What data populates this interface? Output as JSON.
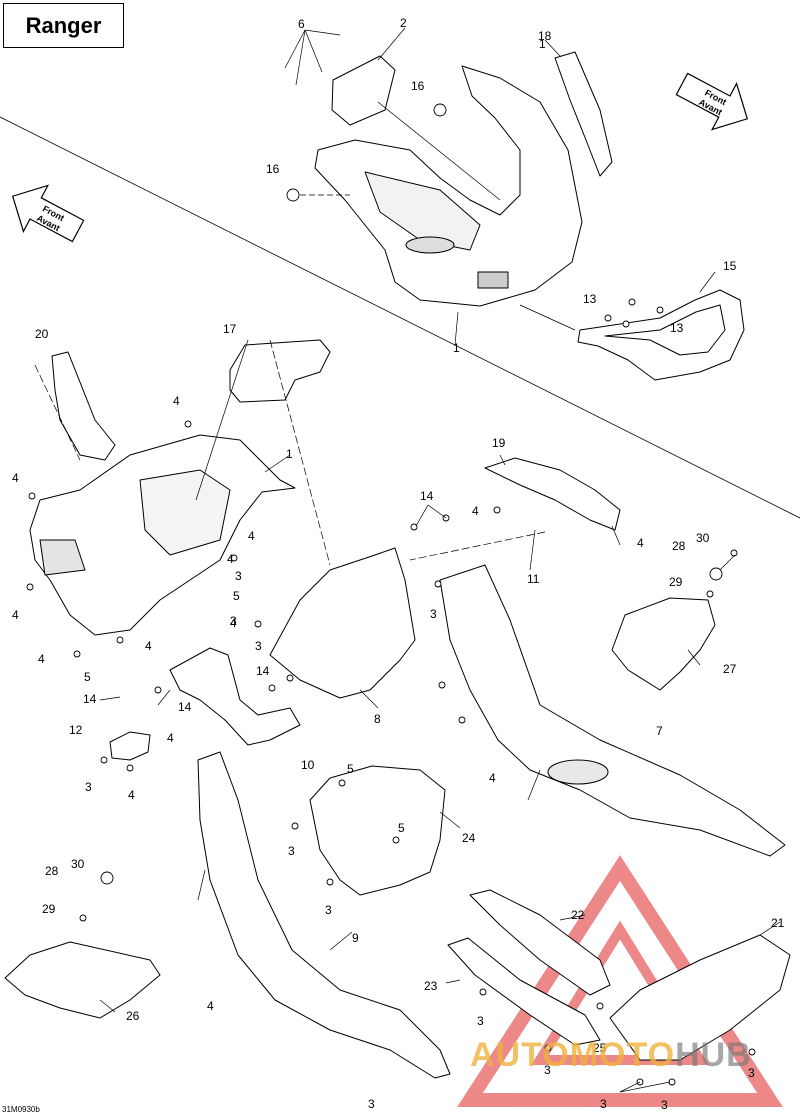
{
  "title": "Ranger",
  "reference_code": "31M0930b",
  "arrows": [
    {
      "line1": "Front",
      "line2": "Avant"
    },
    {
      "line1": "Front",
      "line2": "Avant"
    }
  ],
  "callouts": [
    "1",
    "2",
    "6",
    "16",
    "16",
    "18",
    "15",
    "13",
    "13",
    "1",
    "17",
    "20",
    "4",
    "1",
    "4",
    "4",
    "4",
    "3",
    "5",
    "4",
    "5",
    "3",
    "4",
    "3",
    "4",
    "14",
    "19",
    "4",
    "4",
    "28",
    "30",
    "29",
    "27",
    "11",
    "14",
    "3",
    "8",
    "4",
    "14",
    "14",
    "12",
    "4",
    "3",
    "4",
    "10",
    "5",
    "3",
    "7",
    "4",
    "5",
    "24",
    "3",
    "28",
    "30",
    "29",
    "26",
    "9",
    "4",
    "22",
    "21",
    "23",
    "3",
    "3",
    "25",
    "3",
    "3",
    "3",
    "3"
  ],
  "watermark": {
    "part1": "AUTOMOTO",
    "part2": "HUB",
    "color_primary": "#e23a3a",
    "color_secondary": "#f0b43c"
  }
}
